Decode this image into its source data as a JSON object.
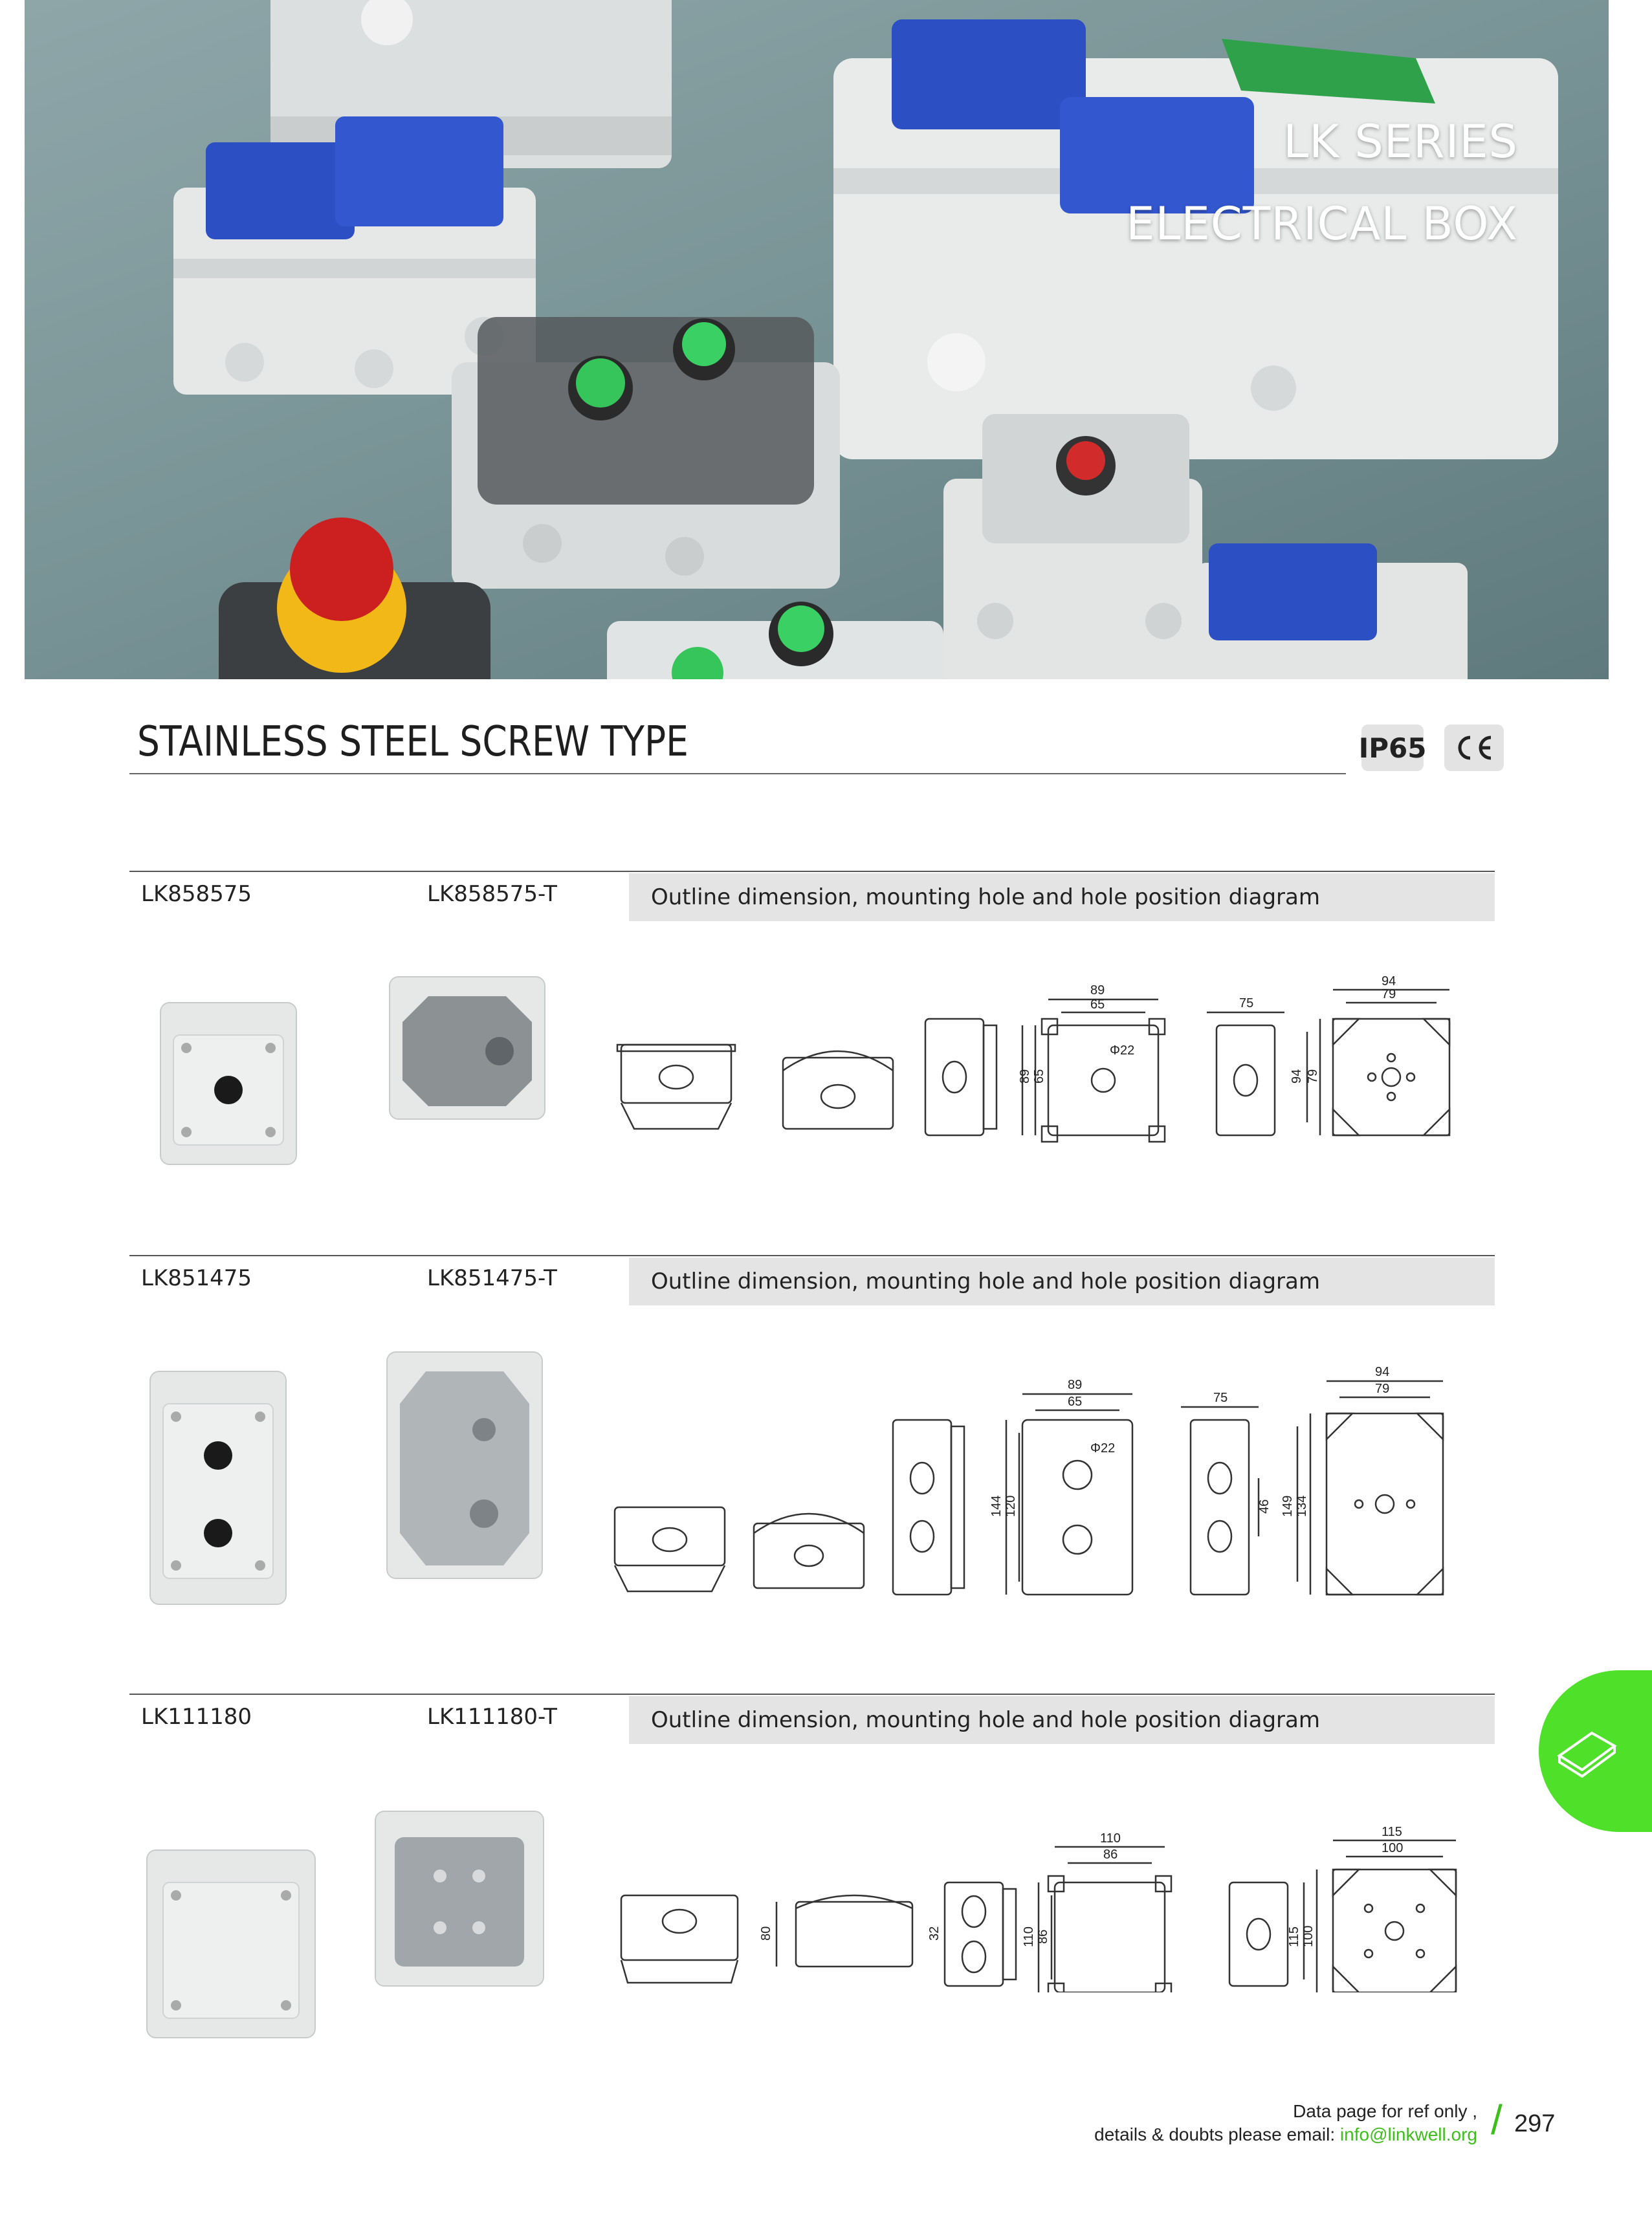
{
  "hero": {
    "title_line1": "LK SERIES",
    "title_line2": "ELECTRICAL BOX"
  },
  "section": {
    "title": "STAINLESS STEEL SCREW TYPE",
    "ip_badge": "IP65",
    "ce_badge": "CE"
  },
  "products": [
    {
      "model": "LK858575",
      "model_t": "LK858575-T",
      "diagram_caption": "Outline dimension, mounting hole and hole position diagram",
      "dims": {
        "w_outer": "89",
        "w_inner": "65",
        "h_outer": "89",
        "h_inner": "65",
        "hole": "Φ22",
        "depth": "75",
        "base_outer": "94",
        "base_inner": "79",
        "base_h_outer": "94",
        "base_h_inner": "79"
      }
    },
    {
      "model": "LK851475",
      "model_t": "LK851475-T",
      "diagram_caption": "Outline dimension, mounting hole and hole position diagram",
      "dims": {
        "w_outer": "89",
        "w_inner": "65",
        "h_outer": "144",
        "h_inner": "120",
        "hole": "Φ22",
        "depth": "75",
        "spacing": "46",
        "base_outer": "94",
        "base_inner": "79",
        "base_h_outer": "149",
        "base_h_inner": "134"
      }
    },
    {
      "model": "LK111180",
      "model_t": "LK111180-T",
      "diagram_caption": "Outline dimension, mounting hole and hole position diagram",
      "dims": {
        "side_h": "80",
        "side_spacing": "32",
        "w_outer": "110",
        "w_inner": "86",
        "h_outer": "110",
        "h_inner": "86",
        "base_outer": "115",
        "base_inner": "100",
        "base_h_outer": "115",
        "base_h_inner": "100"
      }
    }
  ],
  "footer": {
    "line1": "Data page for ref only ,",
    "line2_prefix": "details & doubts please email: ",
    "email": "info@linkwell.org",
    "page_number": "297"
  },
  "colors": {
    "accent_green": "#4fe02a",
    "socket_blue": "#2d4fc4",
    "box_grey": "#e8eaea"
  }
}
